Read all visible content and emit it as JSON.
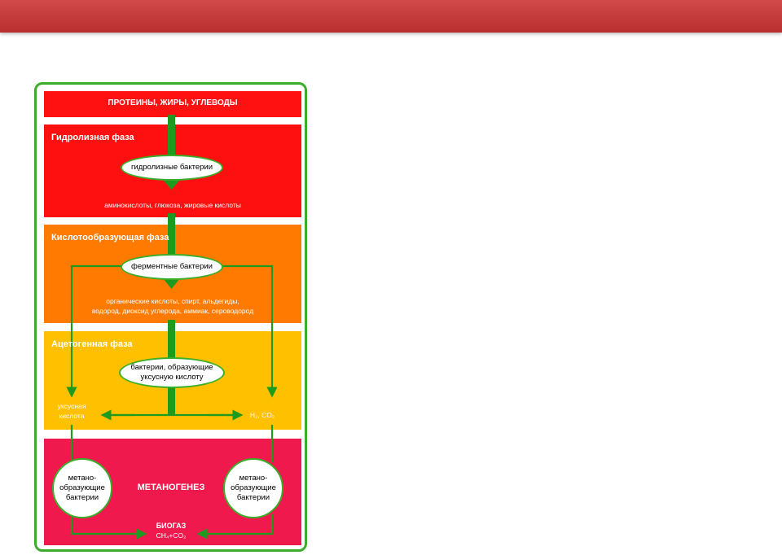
{
  "diagram": {
    "input": "ПРОТЕИНЫ, ЖИРЫ, УГЛЕВОДЫ",
    "hydrolysis": {
      "title": "Гидролизная фаза",
      "bacteria": "гидролизные бактерии",
      "products": "аминокислоты, глюкоза, жировые кислоты"
    },
    "acidogenic": {
      "title": "Кислотообразующая фаза",
      "bacteria": "ферментные бактерии",
      "products_line1": "органические кислоты, спирт, альдегиды,",
      "products_line2": "водород, диоксид углерода, аммиак, сероводород"
    },
    "acetogenic": {
      "title": "Ацетогенная фаза",
      "bacteria_line1": "бактерии, образующие",
      "bacteria_line2": "уксусную кислоту",
      "left_product_line1": "уксусная",
      "left_product_line2": "кислота",
      "right_product": "H₂, CO₂"
    },
    "methanogenesis": {
      "title": "МЕТАНОГЕНЕЗ",
      "left_bacteria": [
        "метано-",
        "образующие",
        "бактерии"
      ],
      "right_bacteria": [
        "метано-",
        "образующие",
        "бактерии"
      ],
      "output_title": "БИОГАЗ",
      "output_formula": "CH₄+CO₂"
    }
  },
  "colors": {
    "header_bar": "#c83a3a",
    "frame": "#3aae2a",
    "arrows": "#1e9a1e",
    "hydrolysis": "#ff1010",
    "acidogenic": "#ff7a00",
    "acetogenic": "#ffc000",
    "methanogenesis": "#f0194d"
  }
}
